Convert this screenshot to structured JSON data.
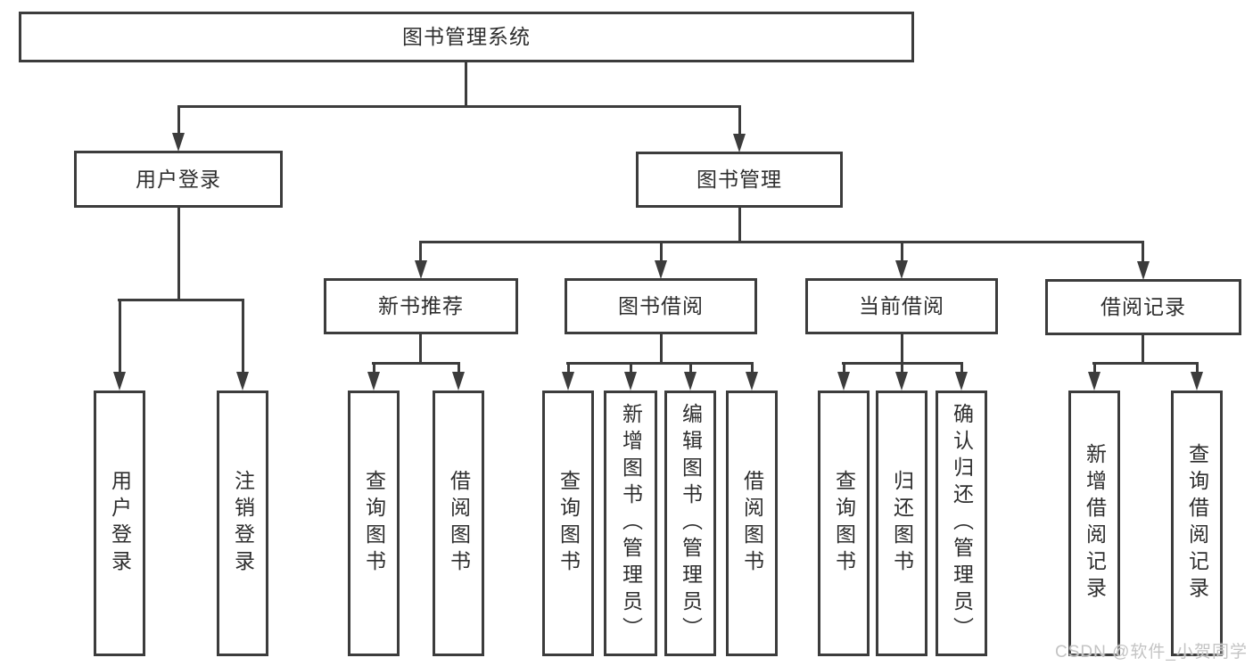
{
  "colors": {
    "line": "#3c3c3c",
    "text": "#2e2e2e",
    "box_background": "#ffffff",
    "page_background": "#ffffff",
    "watermark": "#c4c4c4"
  },
  "watermark": {
    "text": "CSDN @软件_小贺同学"
  },
  "tree": {
    "root": {
      "label": "图书管理系统"
    },
    "branches": [
      {
        "label": "用户登录",
        "children": [
          {
            "label": "用户登录"
          },
          {
            "label": "注销登录"
          }
        ]
      },
      {
        "label": "图书管理",
        "children": [
          {
            "label": "新书推荐",
            "children": [
              {
                "label": "查询图书"
              },
              {
                "label": "借阅图书"
              }
            ]
          },
          {
            "label": "图书借阅",
            "children": [
              {
                "label": "查询图书"
              },
              {
                "label": "新增图书（管理员）"
              },
              {
                "label": "编辑图书（管理员）"
              },
              {
                "label": "借阅图书"
              }
            ]
          },
          {
            "label": "当前借阅",
            "children": [
              {
                "label": "查询图书"
              },
              {
                "label": "归还图书"
              },
              {
                "label": "确认归还（管理员）"
              }
            ]
          },
          {
            "label": "借阅记录",
            "children": [
              {
                "label": "新增借阅记录"
              },
              {
                "label": "查询借阅记录"
              }
            ]
          }
        ]
      }
    ]
  }
}
